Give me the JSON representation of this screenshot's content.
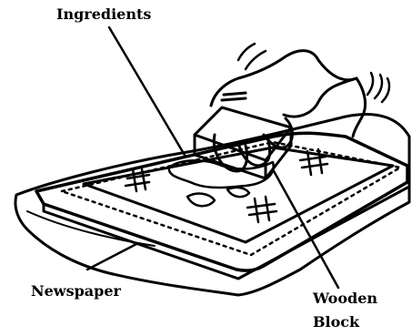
{
  "labels": {
    "ingredients": "Ingredients",
    "newspaper": "Newspaper",
    "wooden": "Wooden",
    "block": "Block"
  },
  "colors": {
    "ink": "#000000",
    "paper": "#ffffff"
  }
}
